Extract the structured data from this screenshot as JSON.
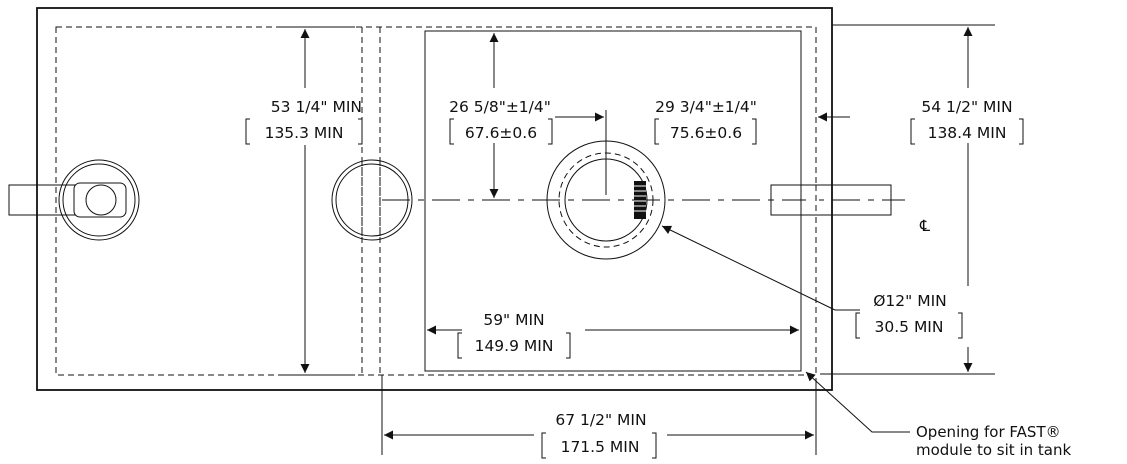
{
  "colors": {
    "line": "#111111",
    "background": "#ffffff"
  },
  "dimensions": {
    "height_left_in": "53 1/4\" MIN",
    "height_left_cm": "135.3 MIN",
    "inlet_offset_in": "26 5/8\"±1/4\"",
    "inlet_offset_cm": "67.6±0.6",
    "right_offset_in": "29 3/4\"±1/4\"",
    "right_offset_cm": "75.6±0.6",
    "height_right_in": "54 1/2\" MIN",
    "height_right_cm": "138.4 MIN",
    "opening_width_in": "59\" MIN",
    "opening_width_cm": "149.9 MIN",
    "diameter_in": "Ø12\" MIN",
    "diameter_cm": "30.5 MIN",
    "length_in": "67 1/2\" MIN",
    "length_cm": "171.5 MIN"
  },
  "centerline_symbol": "℄",
  "callout": {
    "line1": "Opening for FAST®",
    "line2": "module to sit in tank"
  }
}
